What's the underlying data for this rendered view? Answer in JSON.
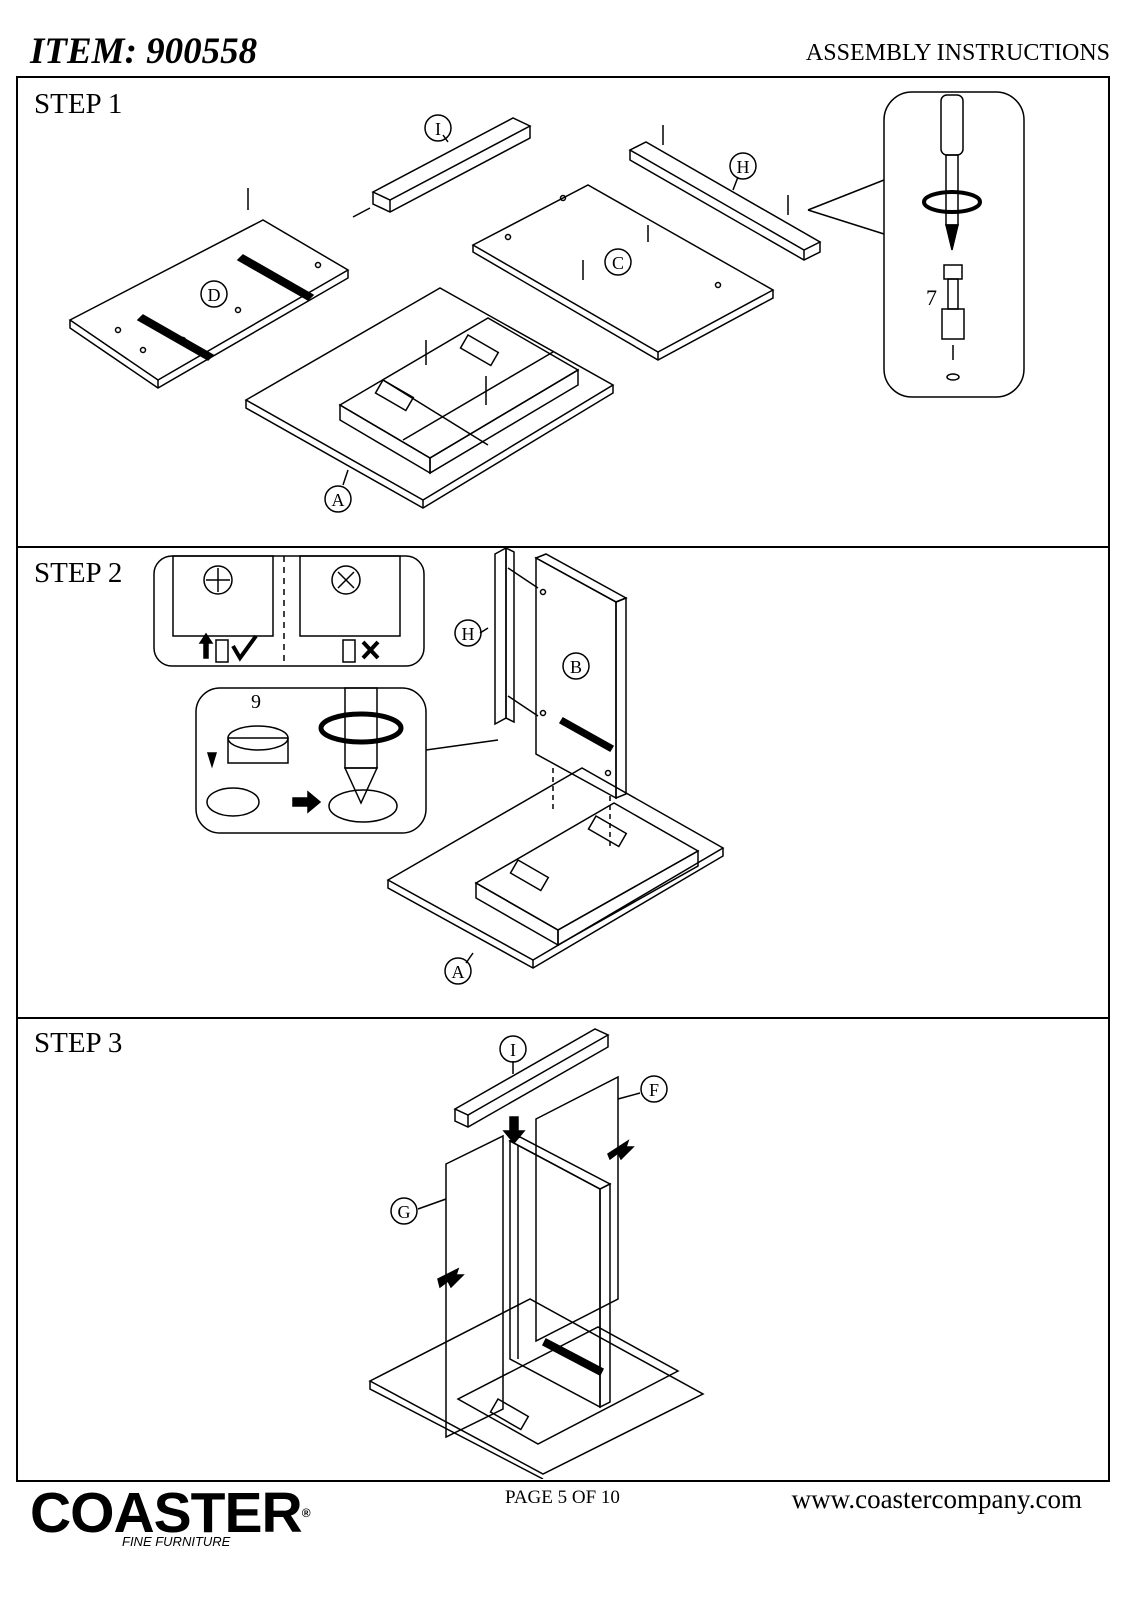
{
  "header": {
    "item": "ITEM: 900558",
    "title": "ASSEMBLY INSTRUCTIONS"
  },
  "steps": [
    {
      "label": "STEP 1",
      "parts": [
        "I",
        "H",
        "D",
        "C",
        "A"
      ],
      "hardware": "7"
    },
    {
      "label": "STEP 2",
      "parts": [
        "H",
        "B",
        "A"
      ],
      "hardware": "9"
    },
    {
      "label": "STEP 3",
      "parts": [
        "I",
        "F",
        "G"
      ]
    }
  ],
  "footer": {
    "page": "PAGE 5 OF 10",
    "url": "www.coastercompany.com"
  },
  "logo": {
    "name": "COASTER",
    "tagline": "FINE FURNITURE"
  }
}
